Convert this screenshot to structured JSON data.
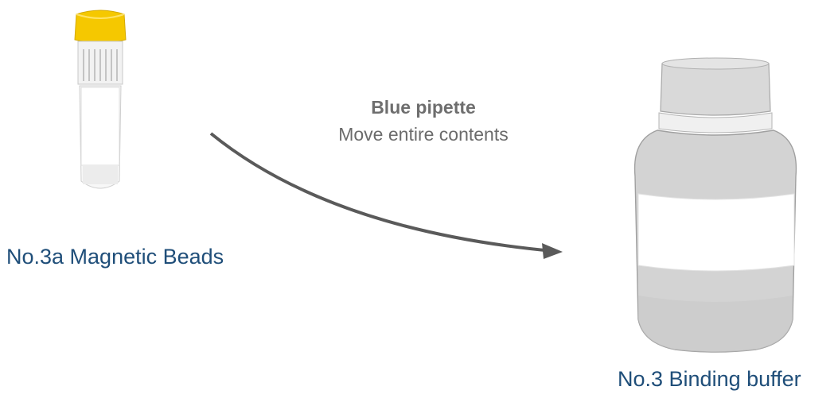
{
  "source_item": {
    "label": "No.3a Magnetic Beads",
    "cap_color": "#f5c800"
  },
  "target_item": {
    "label": "No.3 Binding buffer"
  },
  "instruction": {
    "title": "Blue pipette",
    "subtitle": "Move entire contents"
  },
  "colors": {
    "label_text": "#1f4e79",
    "arrow": "#5a5a5a",
    "instruction_text": "#6b6b6b"
  }
}
